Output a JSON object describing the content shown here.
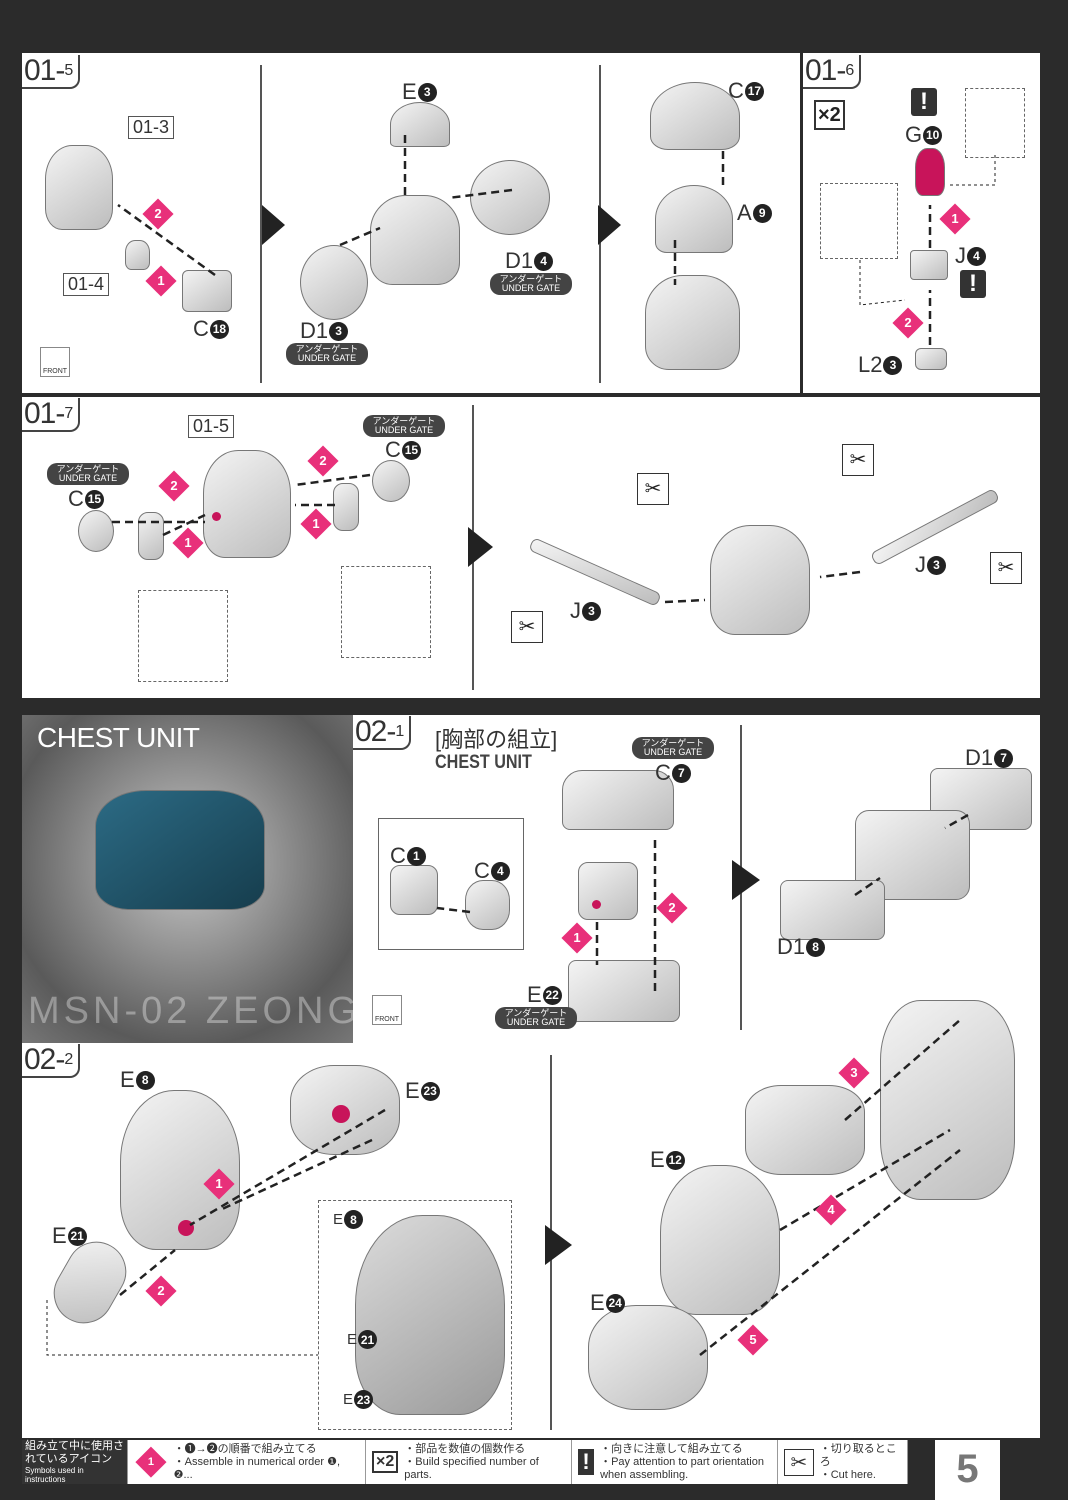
{
  "steps": {
    "s015": "01",
    "s015b": "5",
    "s016": "01",
    "s016b": "6",
    "s017": "01",
    "s017b": "7",
    "s021": "02",
    "s021b": "1",
    "s022": "02",
    "s022b": "2"
  },
  "refs": {
    "r013": "01-3",
    "r014": "01-4",
    "r015": "01-5"
  },
  "gate": "アンダーゲート UNDER GATE",
  "front": "FRONT",
  "labels": [
    {
      "p": "C",
      "n": "18"
    },
    {
      "p": "E",
      "n": "3"
    },
    {
      "p": "D1",
      "n": "4"
    },
    {
      "p": "D1",
      "n": "3"
    },
    {
      "p": "C",
      "n": "17"
    },
    {
      "p": "A",
      "n": "9"
    },
    {
      "p": "G",
      "n": "10"
    },
    {
      "p": "J",
      "n": "4"
    },
    {
      "p": "L2",
      "n": "3"
    },
    {
      "p": "C",
      "n": "15"
    },
    {
      "p": "C",
      "n": "15"
    },
    {
      "p": "J",
      "n": "3"
    },
    {
      "p": "J",
      "n": "3"
    },
    {
      "p": "C",
      "n": "7"
    },
    {
      "p": "C",
      "n": "1"
    },
    {
      "p": "C",
      "n": "4"
    },
    {
      "p": "D1",
      "n": "7"
    },
    {
      "p": "D1",
      "n": "8"
    },
    {
      "p": "E",
      "n": "22"
    },
    {
      "p": "E",
      "n": "8"
    },
    {
      "p": "E",
      "n": "23"
    },
    {
      "p": "E",
      "n": "21"
    },
    {
      "p": "E",
      "n": "8"
    },
    {
      "p": "E",
      "n": "21"
    },
    {
      "p": "E",
      "n": "23"
    },
    {
      "p": "E",
      "n": "12"
    },
    {
      "p": "E",
      "n": "24"
    }
  ],
  "multiplier": "×2",
  "warning": "!",
  "chest": {
    "banner": "CHEST UNIT",
    "watermark": "MSN-02 ZEONG",
    "title_jp": "[胸部の組立]",
    "title_en": "CHEST UNIT"
  },
  "legend": {
    "heading_jp": "組み立て中に使用されているアイコン",
    "heading_en": "Symbols used in instructions",
    "order_jp": "・❶→❷の順番で組み立てる",
    "order_en": "・Assemble in numerical order ❶, ❷...",
    "count_jp": "・部品を数値の個数作る",
    "count_en": "・Build specified number of parts.",
    "orient_jp": "・向きに注意して組み立てる",
    "orient_en": "・Pay attention to part orientation when assembling.",
    "cut_jp": "・切り取るところ",
    "cut_en": "・Cut here.",
    "order_icon": "1",
    "count_icon": "×2",
    "orient_icon": "!",
    "cut_icon": "✂"
  },
  "page_number": "5"
}
